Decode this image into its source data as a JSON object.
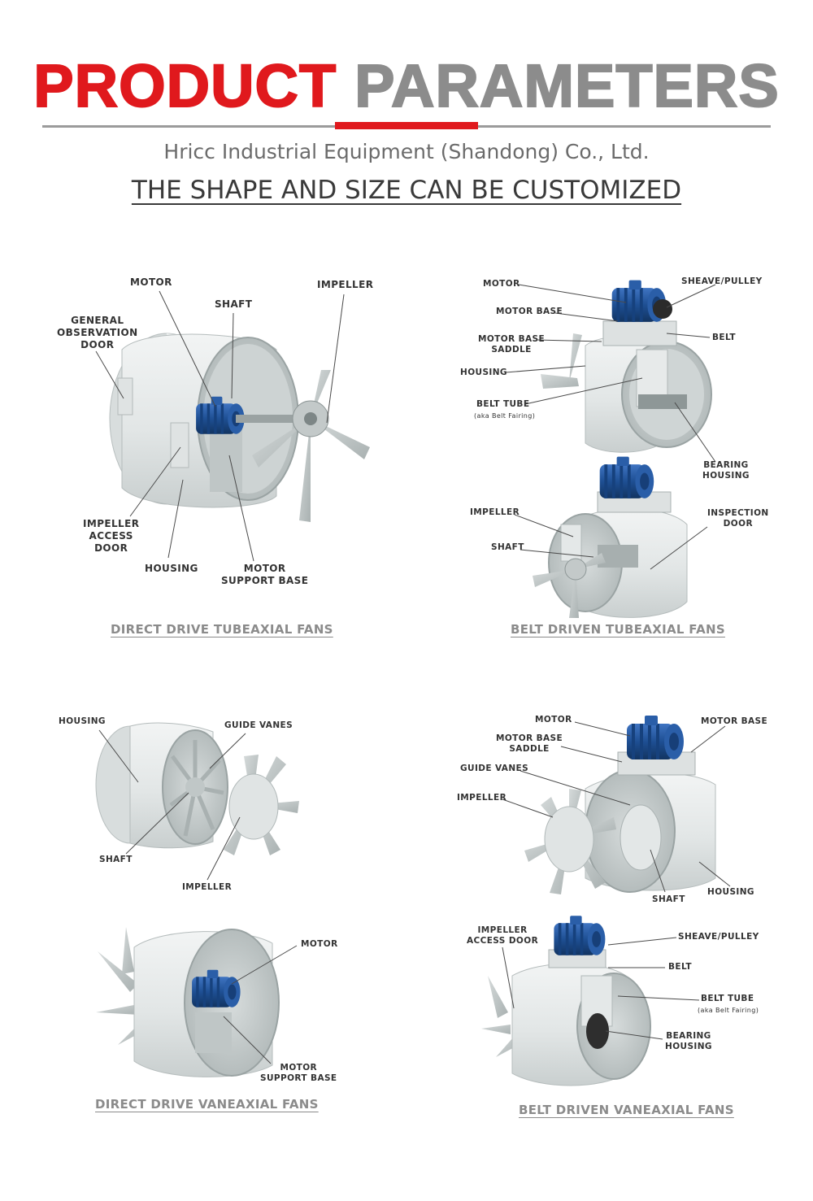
{
  "header": {
    "title_word1": "PRODUCT",
    "title_word2": "PARAMETERS",
    "company": "Hricc Industrial Equipment (Shandong) Co., Ltd.",
    "customize_note": "THE SHAPE AND SIZE CAN BE CUSTOMIZED"
  },
  "colors": {
    "accent_red": "#e0191d",
    "title_gray": "#8c8c8c",
    "fan_body": "#e4e8e8",
    "motor_blue": "#1e4f93"
  },
  "panels": {
    "direct_tubeaxial": {
      "caption": "DIRECT DRIVE TUBEAXIAL FANS",
      "labels": {
        "motor": "MOTOR",
        "shaft": "SHAFT",
        "impeller": "IMPELLER",
        "observation_door": "GENERAL\nOBSERVATION\nDOOR",
        "access_door": "IMPELLER\nACCESS\nDOOR",
        "housing": "HOUSING",
        "support_base": "MOTOR\nSUPPORT BASE"
      }
    },
    "belt_tubeaxial": {
      "caption": "BELT DRIVEN TUBEAXIAL FANS",
      "labels": {
        "motor": "MOTOR",
        "sheave": "SHEAVE/PULLEY",
        "motor_base": "MOTOR BASE",
        "saddle": "MOTOR BASE\nSADDLE",
        "belt": "BELT",
        "housing": "HOUSING",
        "belt_tube": "BELT TUBE",
        "belt_tube_note": "(aka Belt Fairing)",
        "bearing_housing": "BEARING\nHOUSING",
        "impeller": "IMPELLER",
        "inspection_door": "INSPECTION\nDOOR",
        "shaft": "SHAFT"
      }
    },
    "direct_vaneaxial": {
      "caption": "DIRECT DRIVE VANEAXIAL FANS",
      "labels": {
        "housing": "HOUSING",
        "guide_vanes": "GUIDE VANES",
        "shaft": "SHAFT",
        "impeller": "IMPELLER",
        "motor": "MOTOR",
        "support_base": "MOTOR\nSUPPORT BASE"
      }
    },
    "belt_vaneaxial": {
      "caption": "BELT DRIVEN VANEAXIAL FANS",
      "labels": {
        "motor": "MOTOR",
        "motor_base": "MOTOR BASE",
        "saddle": "MOTOR BASE\nSADDLE",
        "guide_vanes": "GUIDE VANES",
        "impeller": "IMPELLER",
        "shaft": "SHAFT",
        "housing": "HOUSING",
        "access_door": "IMPELLER\nACCESS DOOR",
        "sheave": "SHEAVE/PULLEY",
        "belt": "BELT",
        "belt_tube": "BELT TUBE",
        "belt_tube_note": "(aka Belt Fairing)",
        "bearing_housing": "BEARING\nHOUSING"
      }
    }
  }
}
